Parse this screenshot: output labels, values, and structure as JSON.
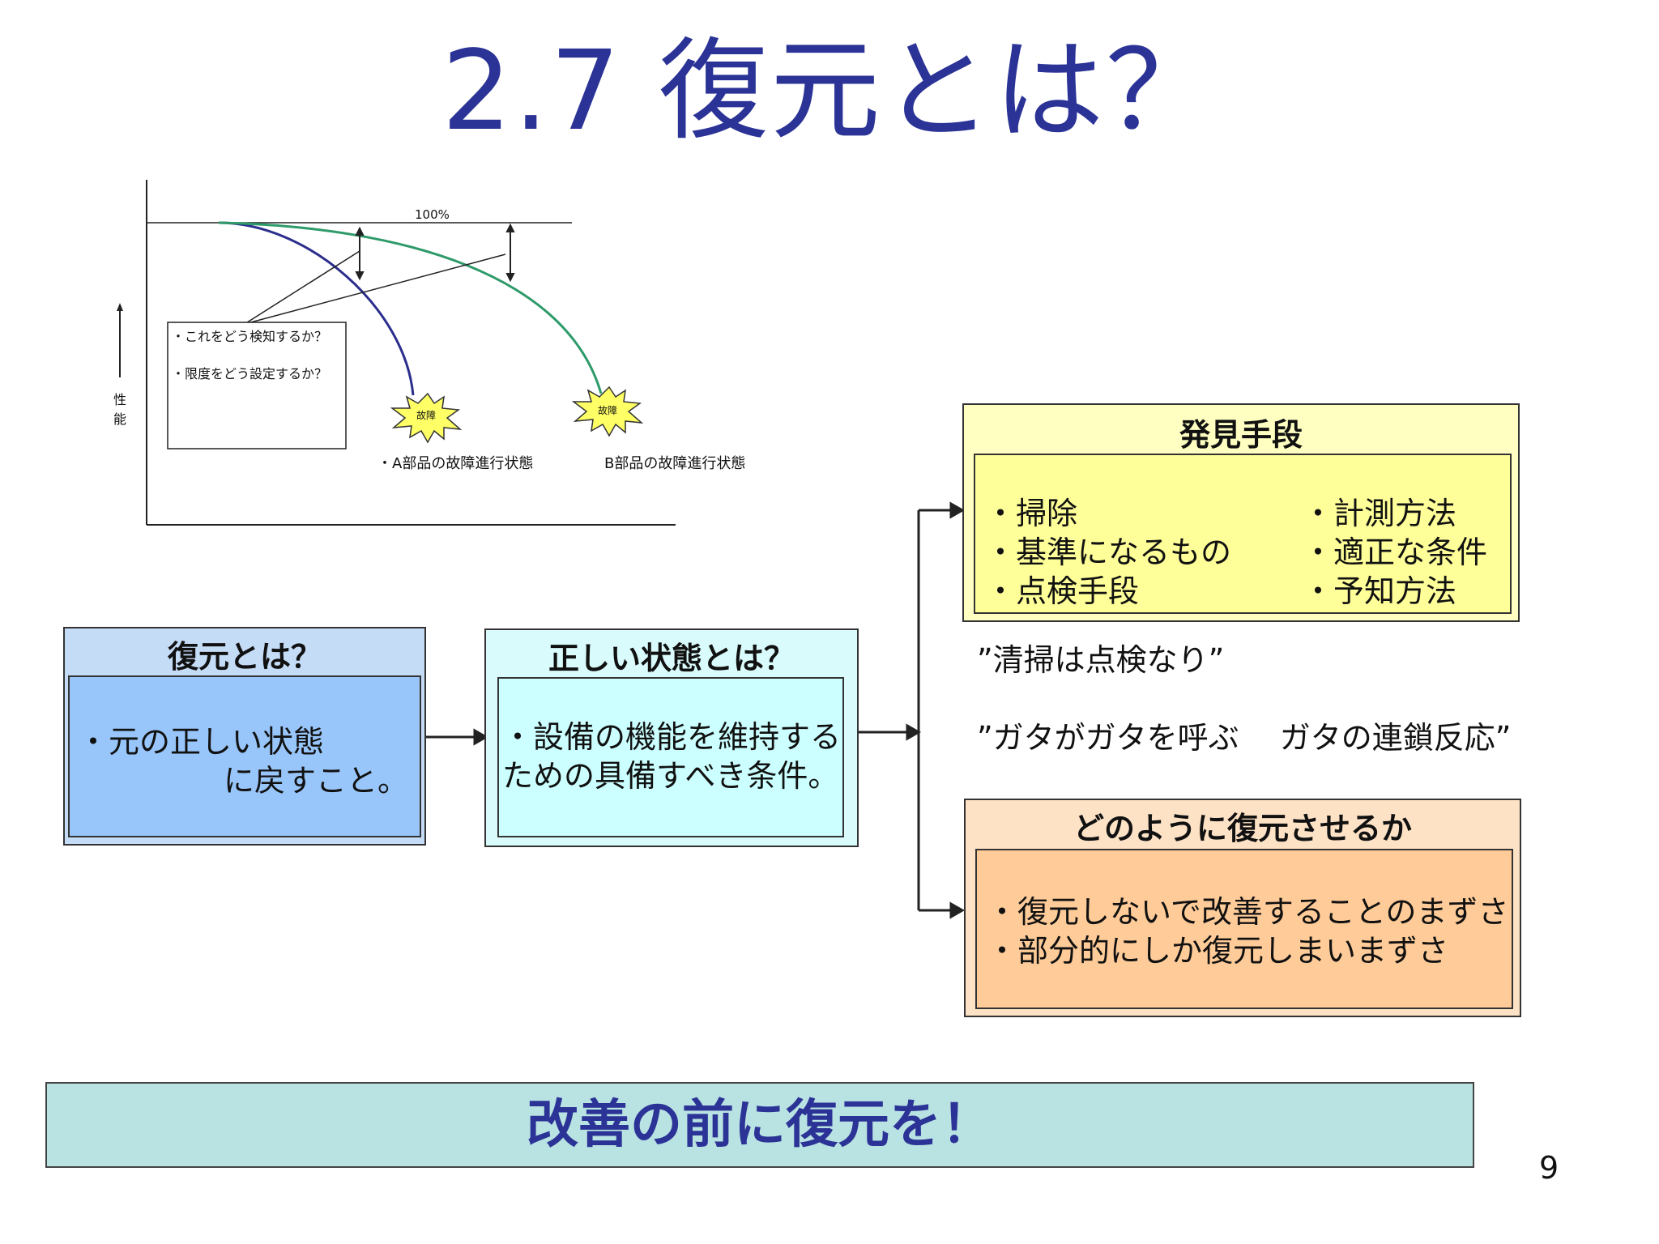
{
  "title": "2.7 復元とは？",
  "chart": {
    "line_100_label": "100%",
    "y_axis_label": [
      "性",
      "能"
    ],
    "note_lines": [
      "・これをどう検知するか？",
      "・限度をどう設定するか？"
    ],
    "burst_label_a": "故障",
    "burst_label_b": "故障",
    "caption_a": "・A部品の故障進行状態",
    "caption_b": "B部品の故障進行状態",
    "colors": {
      "curve_a": "#2b2e8c",
      "curve_b": "#2e9a6a",
      "burst": "#ffff66"
    }
  },
  "restore_box": {
    "header": "復元とは？",
    "lines": [
      "・元の正しい状態",
      "に戻すこと。"
    ],
    "colors": {
      "outer": "#c5dcf7",
      "inner": "#99c6fa"
    }
  },
  "correct_box": {
    "header": "正しい状態とは？",
    "lines": [
      "・設備の機能を維持する",
      "ための具備すべき条件。"
    ],
    "colors": {
      "outer": "#d9fbfb",
      "inner": "#ccffff"
    }
  },
  "discovery_box": {
    "header": "発見手段",
    "left_items": [
      "・掃除",
      "・基準になるもの",
      "・点検手段"
    ],
    "right_items": [
      "・計測方法",
      "・適正な条件",
      "・予知方法"
    ],
    "colors": {
      "outer": "#ffffc2",
      "inner": "#ffff99"
    }
  },
  "quotes": [
    "”清掃は点検なり”",
    "”ガタがガタを呼ぶ　 ガタの連鎖反応”"
  ],
  "how_box": {
    "header": "どのように復元させるか",
    "lines": [
      "・復元しないで改善することのまずさ",
      "・部分的にしか復元しまいまずさ"
    ],
    "colors": {
      "outer": "#fde2c6",
      "inner": "#ffcc99"
    }
  },
  "banner": "改善の前に復元を！",
  "page_number": "9"
}
